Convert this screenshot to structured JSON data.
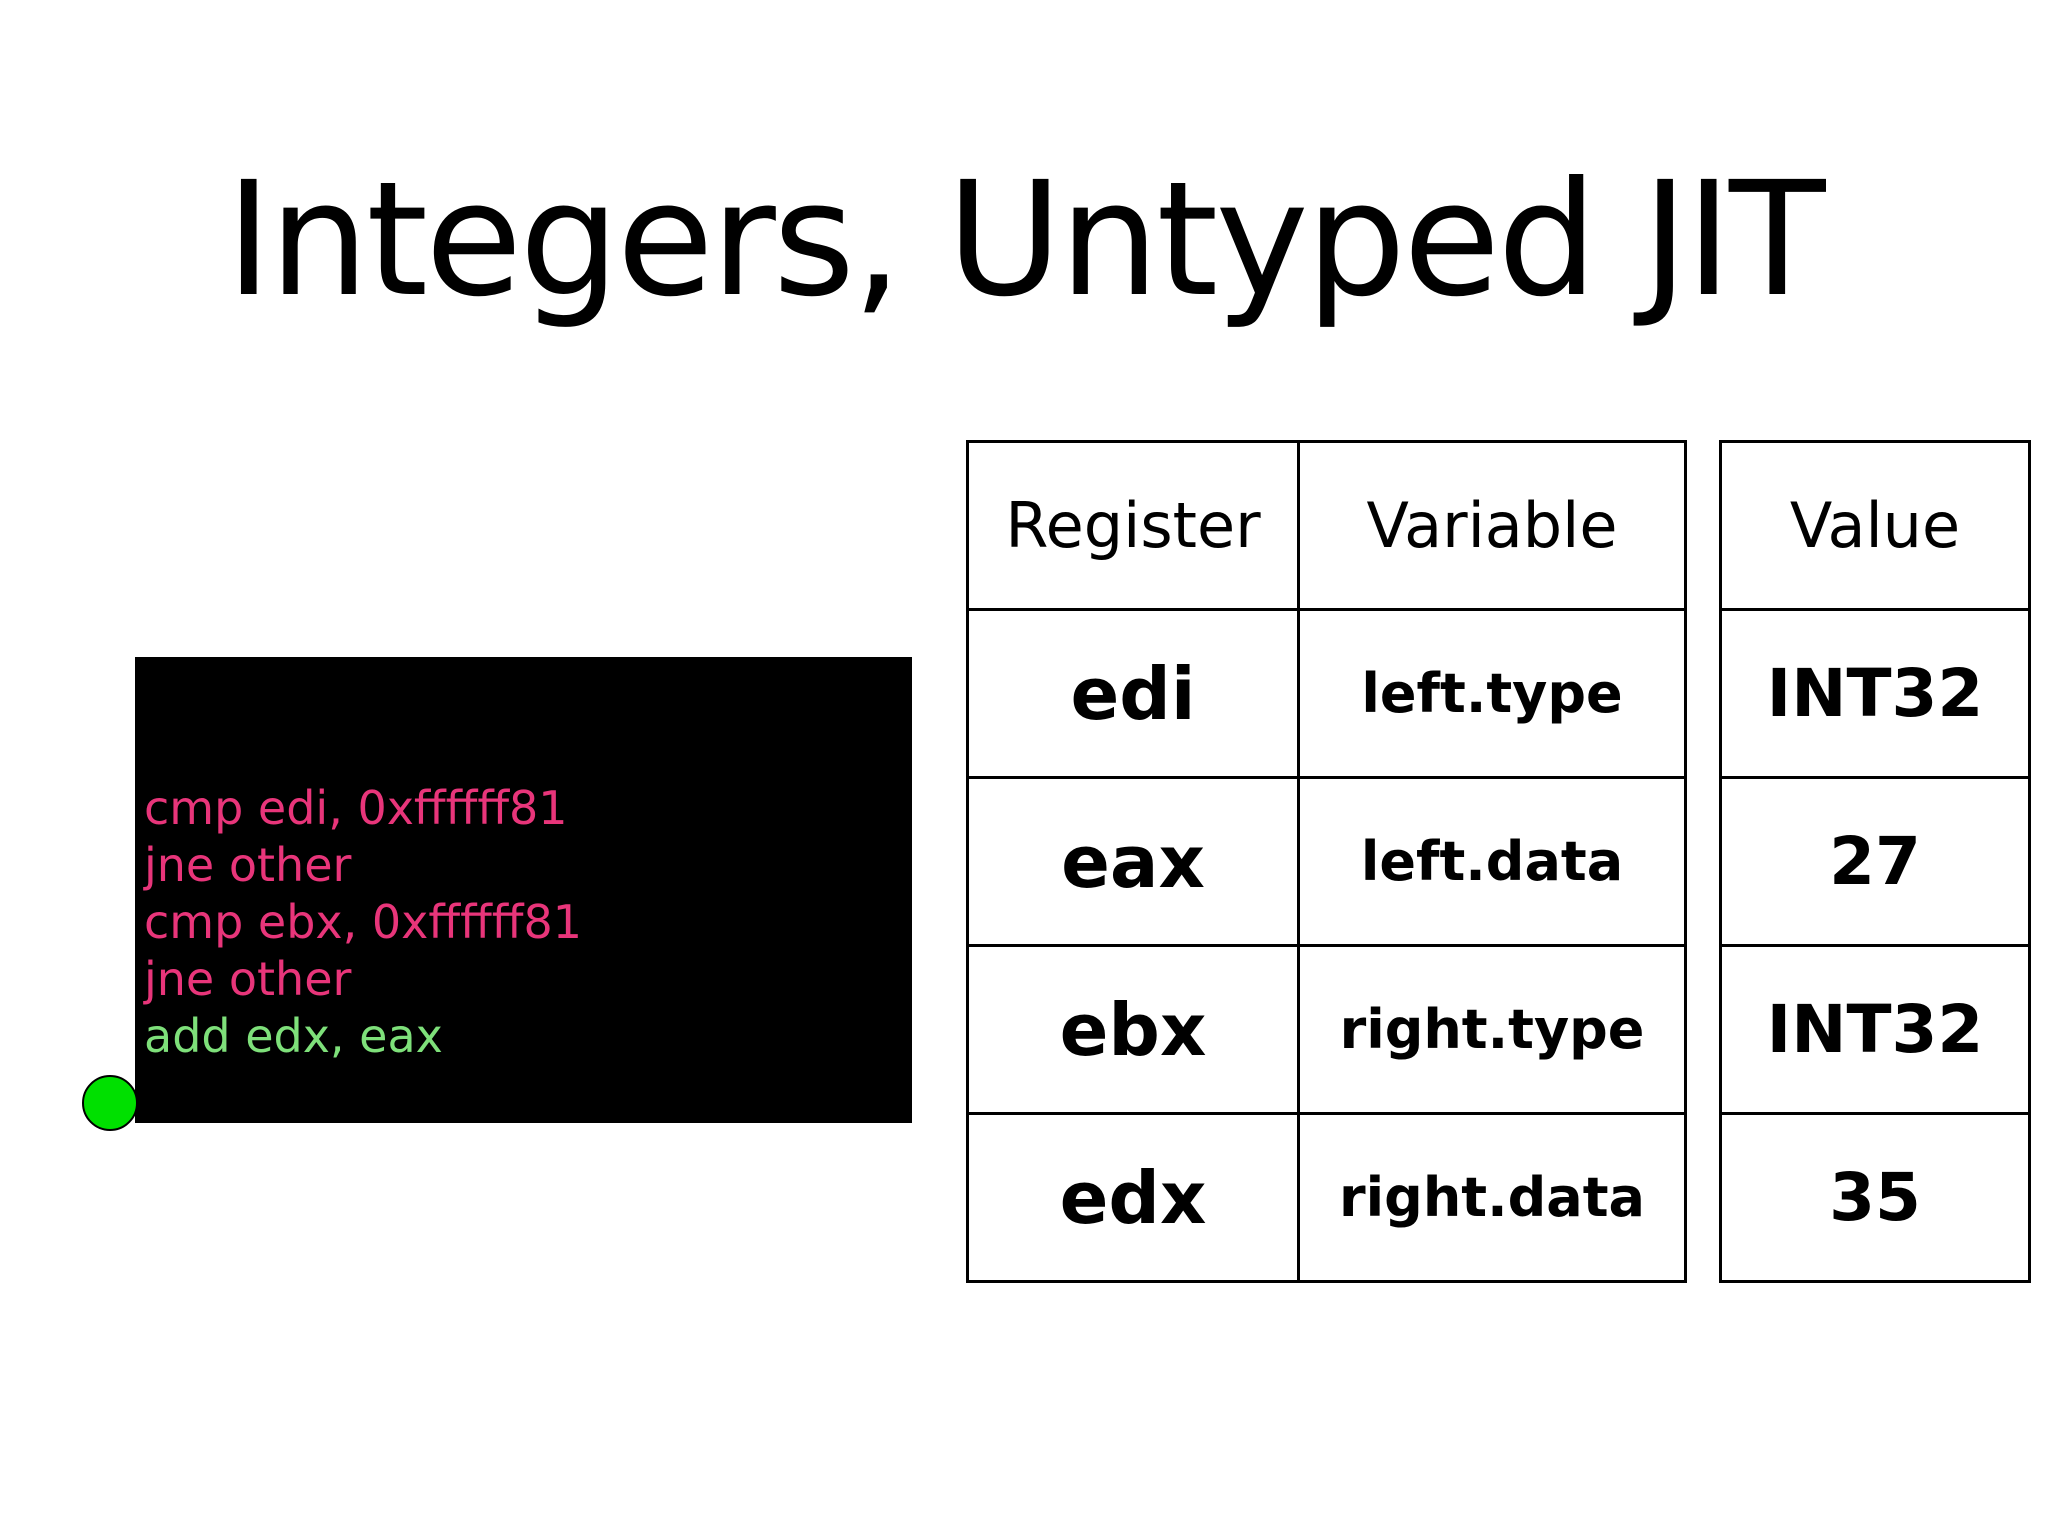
{
  "slide": {
    "title": "Integers, Untyped JIT"
  },
  "code": {
    "lines": [
      {
        "text": "cmp edi, 0xffffff81",
        "color": "#e8357a"
      },
      {
        "text": "jne other",
        "color": "#e8357a"
      },
      {
        "text": "cmp ebx, 0xffffff81",
        "color": "#e8357a"
      },
      {
        "text": "jne other",
        "color": "#e8357a"
      },
      {
        "text": "add edx, eax",
        "color": "#7ee07a"
      }
    ],
    "marker": {
      "icon": "green-circle-icon",
      "color": "#00e000"
    }
  },
  "register_table": {
    "headers": {
      "register": "Register",
      "variable": "Variable"
    },
    "rows": [
      {
        "register": "edi",
        "variable": "left.type"
      },
      {
        "register": "eax",
        "variable": "left.data"
      },
      {
        "register": "ebx",
        "variable": "right.type"
      },
      {
        "register": "edx",
        "variable": "right.data"
      }
    ]
  },
  "value_table": {
    "header": "Value",
    "rows": [
      "INT32",
      "27",
      "INT32",
      "35"
    ]
  }
}
